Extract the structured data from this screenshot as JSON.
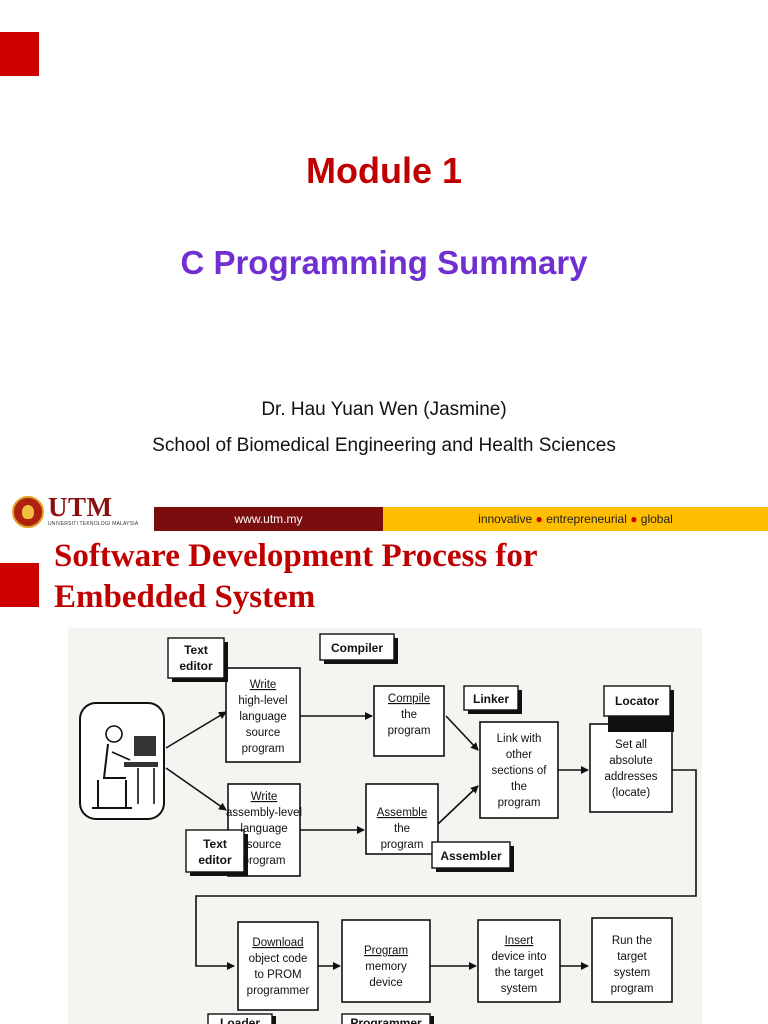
{
  "slide1": {
    "title": "Module 1",
    "subtitle": "C Programming Summary",
    "author": "Dr. Hau Yuan Wen (Jasmine)",
    "department": "School of Biomedical Engineering and Health Sciences",
    "logo_text": "UTM",
    "logo_subtext": "UNIVERSITI TEKNOLOGI MALAYSIA",
    "website": "www.utm.my",
    "tagline_1": "innovative",
    "tagline_2": "entrepreneurial",
    "tagline_3": "global",
    "colors": {
      "red": "#c00000",
      "purple": "#7030d0",
      "maroon": "#7a0e0e",
      "gold": "#ffbe00"
    }
  },
  "slide2": {
    "title_line1": "Software Development Process for",
    "title_line2": "Embedded System",
    "diagram": {
      "labels": {
        "text_editor_a": [
          "Text",
          "editor"
        ],
        "compiler": "Compiler",
        "linker": "Linker",
        "locator": "Locator",
        "text_editor_b": [
          "Text",
          "editor"
        ],
        "assembler": "Assembler",
        "loader": "Loader",
        "programmer": "Programmer"
      },
      "steps": {
        "write_hll": [
          "Write",
          "high-level",
          "language",
          "source",
          "program"
        ],
        "compile": [
          "Compile",
          "the",
          "program"
        ],
        "link": [
          "Link with",
          "other",
          "sections of",
          "the",
          "program"
        ],
        "locate": [
          "Set all",
          "absolute",
          "addresses",
          "(locate)"
        ],
        "write_asm": [
          "Write",
          "assembly-level",
          "language",
          "source",
          "program"
        ],
        "assemble": [
          "Assemble",
          "the",
          "program"
        ],
        "download": [
          "Download",
          "object code",
          "to PROM",
          "programmer"
        ],
        "program": [
          "Program",
          "memory",
          "device"
        ],
        "insert": [
          "Insert",
          "device into",
          "the target",
          "system"
        ],
        "run": [
          "Run the",
          "target",
          "system",
          "program"
        ]
      },
      "icons": [
        "programmer-at-computer-icon"
      ]
    }
  }
}
